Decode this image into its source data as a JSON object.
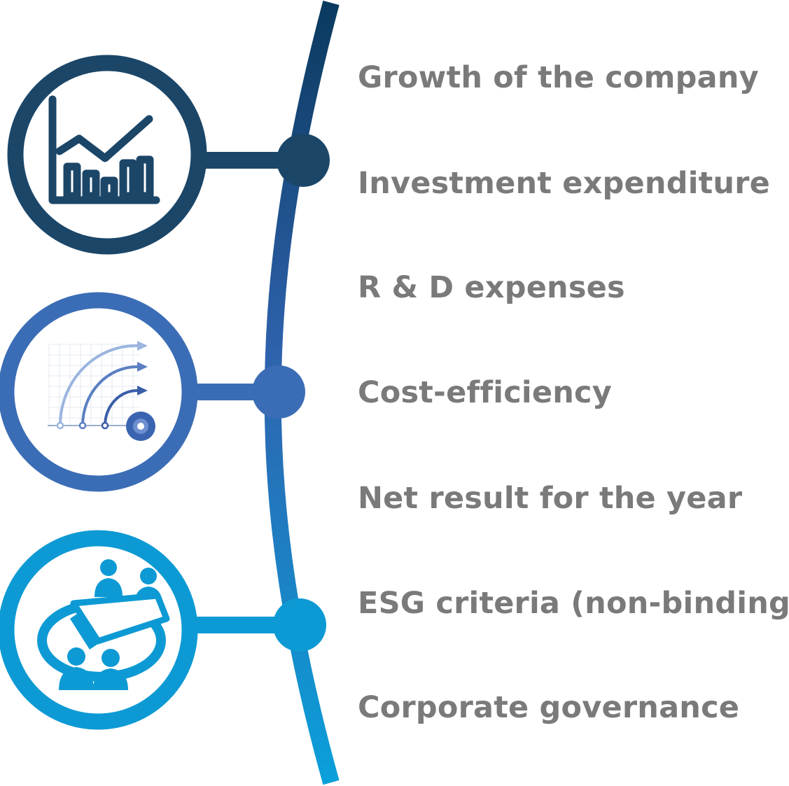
{
  "criteria": [
    {
      "label": "Growth of the company"
    },
    {
      "label": "Investment expenditure"
    },
    {
      "label": "R & D expenses"
    },
    {
      "label": "Cost-efficiency"
    },
    {
      "label": "Net result for the year"
    },
    {
      "label": "ESG criteria (non-binding)"
    },
    {
      "label": "Corporate governance"
    }
  ],
  "icons": [
    {
      "name": "growth-chart-icon",
      "color": "#1b4668"
    },
    {
      "name": "progress-arcs-icon",
      "color": "#3b6db6"
    },
    {
      "name": "meeting-table-icon",
      "color": "#0d9ad4"
    }
  ],
  "colors": {
    "dark_navy": "#0a3a5e",
    "medium_blue": "#2f6db3",
    "light_blue": "#0b9fd8",
    "text_gray": "#7a7a7a"
  }
}
